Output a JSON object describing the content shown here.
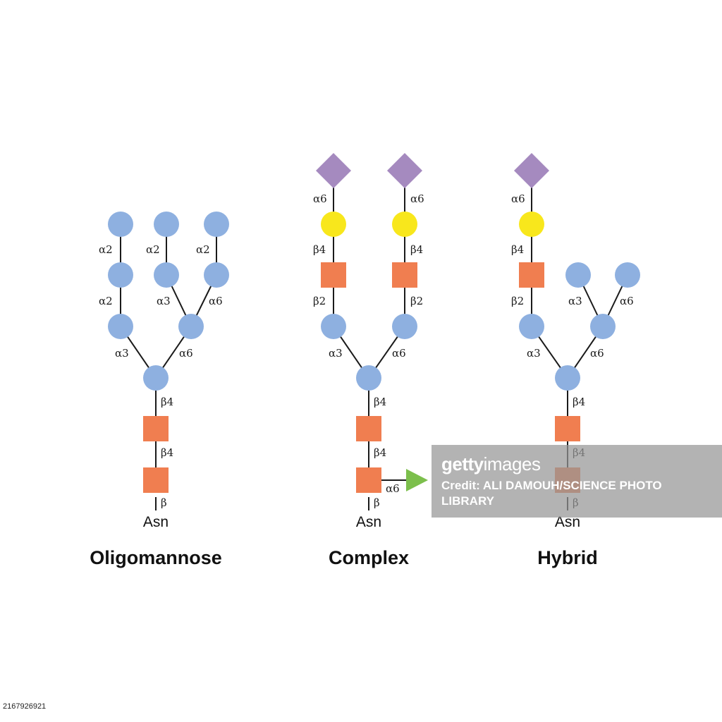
{
  "colors": {
    "mannose": "#8eb0e0",
    "glcnac": "#f07e50",
    "galactose": "#f8e71c",
    "sialic_acid": "#a58abf",
    "fucose": "#7cbf4c",
    "bond": "#1a1a1a"
  },
  "icons": {
    "mannose": "blue-circle",
    "glcnac": "orange-square",
    "galactose": "yellow-circle",
    "sialic_acid": "purple-diamond",
    "fucose": "green-triangle"
  },
  "structures": [
    {
      "title": "Oligomannose",
      "anchor": "Asn",
      "linkages": {
        "core_beta": "β",
        "core_beta4_lower": "β4",
        "core_beta4_upper": "β4",
        "left_arm": "α3",
        "right_arm": "α6",
        "left_chain_lower": "α2",
        "left_chain_upper": "α2",
        "branch_left": "α3",
        "branch_right": "α6",
        "branch_left_top": "α2",
        "branch_right_top": "α2"
      }
    },
    {
      "title": "Complex",
      "anchor": "Asn",
      "linkages": {
        "core_beta": "β",
        "fucose": "α6",
        "core_beta4_lower": "β4",
        "core_beta4_upper": "β4",
        "left_arm": "α3",
        "right_arm": "α6",
        "left_beta2": "β2",
        "right_beta2": "β2",
        "left_beta4": "β4",
        "right_beta4": "β4",
        "left_alpha6": "α6",
        "right_alpha6": "α6"
      }
    },
    {
      "title": "Hybrid",
      "anchor": "Asn",
      "linkages": {
        "core_beta": "β",
        "core_beta4_lower": "β4",
        "core_beta4_upper": "β4",
        "left_arm": "α3",
        "right_arm": "α6",
        "left_beta2": "β2",
        "left_beta4": "β4",
        "left_alpha6": "α6",
        "branch_left": "α3",
        "branch_right": "α6"
      }
    }
  ],
  "watermark": {
    "brand_bold": "getty",
    "brand_light": "images",
    "credit": "Credit: ALI DAMOUH/SCIENCE PHOTO LIBRARY"
  },
  "image_id": "2167926921"
}
